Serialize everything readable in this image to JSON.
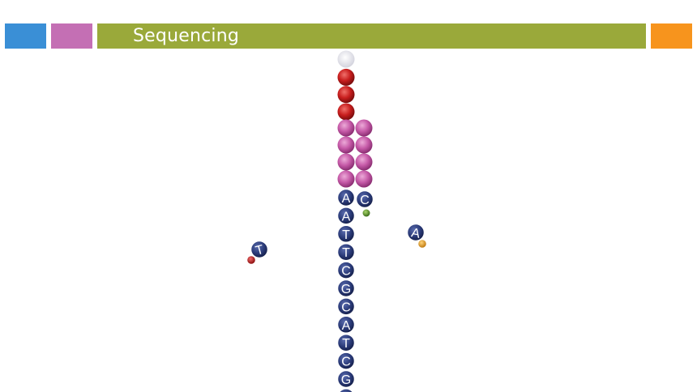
{
  "header": {
    "title": "Sequencing",
    "colors": {
      "blue": "#3a8fd6",
      "pink": "#c46fb4",
      "green": "#9aa93a",
      "orange": "#f7941d"
    }
  },
  "strand": {
    "top_cap_color": "#e8e8ee",
    "primer_red_count": 3,
    "pink_pairs_count": 4,
    "template_bases": [
      "A",
      "A",
      "T",
      "T",
      "C",
      "G",
      "C",
      "A",
      "T",
      "C",
      "G"
    ],
    "paired_new_base": "C"
  },
  "free_nucleotides": [
    {
      "letter": "T",
      "tag_color": "#cc2020"
    },
    {
      "letter": "A",
      "tag_color": "#e6a21f"
    }
  ],
  "colors": {
    "base_fill": "#2a3a78",
    "primer_red": "#c81e1e",
    "pink": "#c65aa8",
    "green_tag": "#5a9a2a"
  }
}
